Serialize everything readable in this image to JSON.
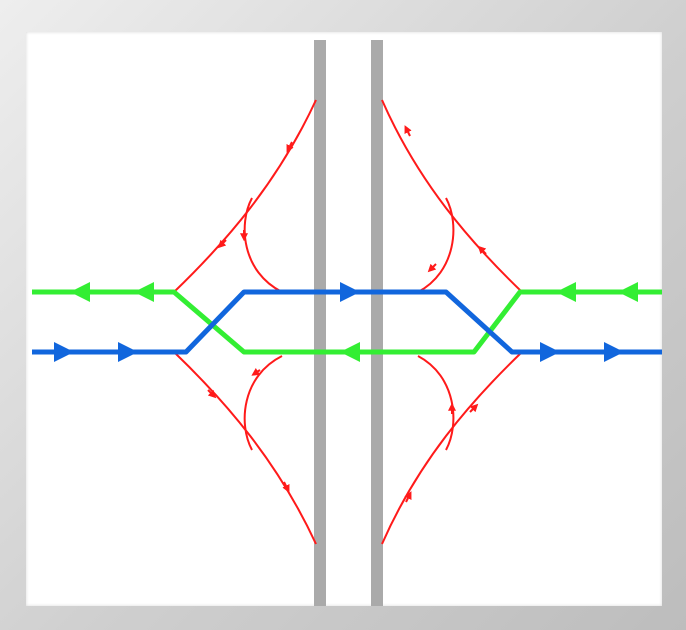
{
  "diagram": {
    "kind": "diverging-diamond-interchange",
    "colors": {
      "background": "#ffffff",
      "frame": "#cccccc",
      "bridge": "#aaaaaa",
      "ramp": "#ff1a1a",
      "westbound": "#33ee33",
      "eastbound": "#1166dd"
    },
    "elements": {
      "bridge_edges": 2,
      "ramps": 8,
      "through_lanes": [
        "westbound",
        "eastbound"
      ]
    }
  }
}
